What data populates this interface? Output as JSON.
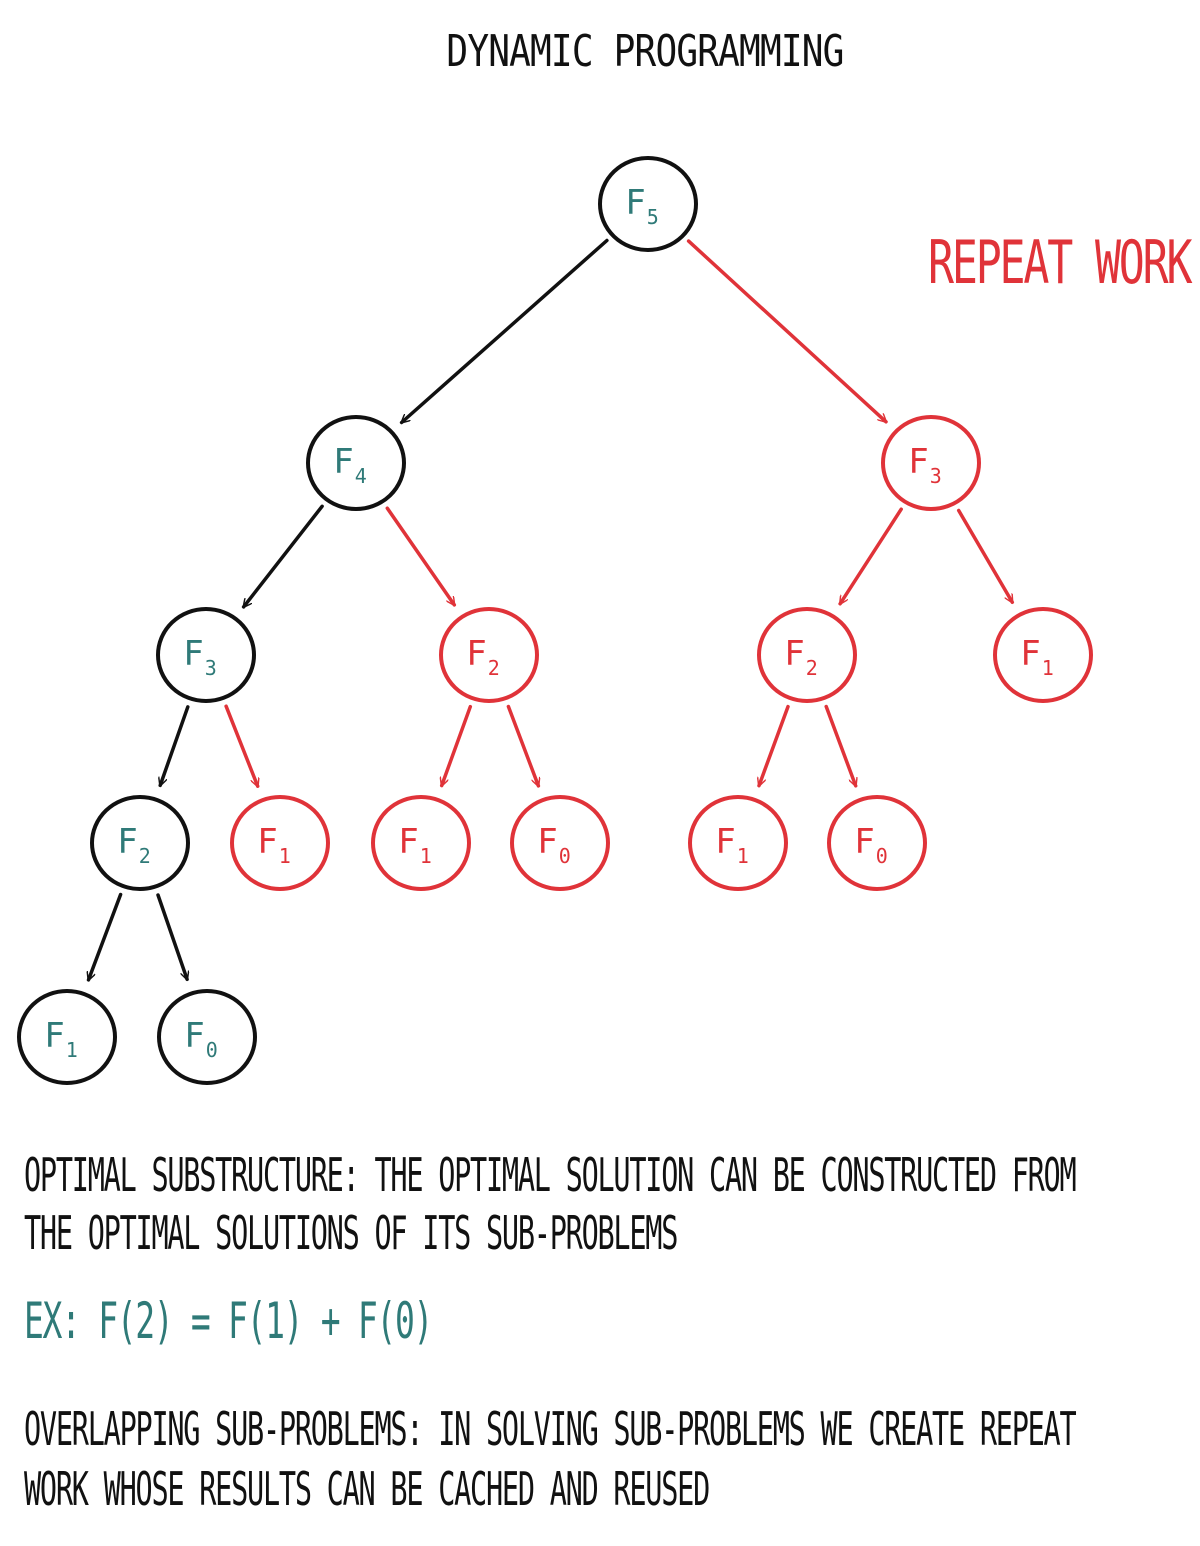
{
  "title": "DYNAMIC PROGRAMMING",
  "annotation": "REPEAT WORK",
  "colors": {
    "normal": "#111111",
    "repeat": "#e03339",
    "label": "#2f7a78"
  },
  "nodes": [
    {
      "id": "n1",
      "base": "F",
      "sub": "5",
      "repeat": false
    },
    {
      "id": "n2",
      "base": "F",
      "sub": "4",
      "repeat": false
    },
    {
      "id": "n3",
      "base": "F",
      "sub": "3",
      "repeat": true
    },
    {
      "id": "n4",
      "base": "F",
      "sub": "3",
      "repeat": false
    },
    {
      "id": "n5",
      "base": "F",
      "sub": "2",
      "repeat": true
    },
    {
      "id": "n6",
      "base": "F",
      "sub": "2",
      "repeat": true
    },
    {
      "id": "n7",
      "base": "F",
      "sub": "1",
      "repeat": true
    },
    {
      "id": "n8",
      "base": "F",
      "sub": "2",
      "repeat": false
    },
    {
      "id": "n9",
      "base": "F",
      "sub": "1",
      "repeat": true
    },
    {
      "id": "n10",
      "base": "F",
      "sub": "1",
      "repeat": true
    },
    {
      "id": "n11",
      "base": "F",
      "sub": "0",
      "repeat": true
    },
    {
      "id": "n12",
      "base": "F",
      "sub": "1",
      "repeat": true
    },
    {
      "id": "n13",
      "base": "F",
      "sub": "0",
      "repeat": true
    },
    {
      "id": "n14",
      "base": "F",
      "sub": "1",
      "repeat": false
    },
    {
      "id": "n15",
      "base": "F",
      "sub": "0",
      "repeat": false
    }
  ],
  "edges": [
    {
      "from": "n1",
      "to": "n2",
      "repeat": false
    },
    {
      "from": "n1",
      "to": "n3",
      "repeat": true
    },
    {
      "from": "n2",
      "to": "n4",
      "repeat": false
    },
    {
      "from": "n2",
      "to": "n5",
      "repeat": true
    },
    {
      "from": "n3",
      "to": "n6",
      "repeat": true
    },
    {
      "from": "n3",
      "to": "n7",
      "repeat": true
    },
    {
      "from": "n4",
      "to": "n8",
      "repeat": false
    },
    {
      "from": "n4",
      "to": "n9",
      "repeat": true
    },
    {
      "from": "n5",
      "to": "n10",
      "repeat": true
    },
    {
      "from": "n5",
      "to": "n11",
      "repeat": true
    },
    {
      "from": "n6",
      "to": "n12",
      "repeat": true
    },
    {
      "from": "n6",
      "to": "n13",
      "repeat": true
    },
    {
      "from": "n8",
      "to": "n14",
      "repeat": false
    },
    {
      "from": "n8",
      "to": "n15",
      "repeat": false
    }
  ],
  "text": {
    "substructure_line1": "OPTIMAL SUBSTRUCTURE: THE OPTIMAL SOLUTION CAN BE CONSTRUCTED FROM",
    "substructure_line2": "THE OPTIMAL SOLUTIONS OF ITS SUB-PROBLEMS",
    "example": "EX: F(2) = F(1) + F(0)",
    "overlapping_line1": "OVERLAPPING SUB-PROBLEMS: IN SOLVING SUB-PROBLEMS WE CREATE REPEAT",
    "overlapping_line2": "WORK WHOSE RESULTS CAN BE CACHED AND REUSED"
  }
}
